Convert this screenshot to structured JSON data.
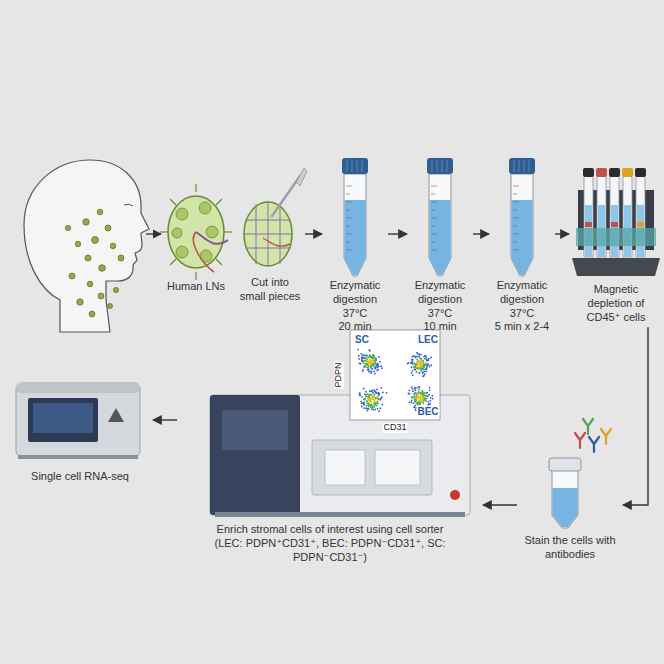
{
  "diagram": {
    "nodes": [
      {
        "text": [
          "Human LNs"
        ]
      },
      {
        "text": [
          "Cut into small pieces"
        ]
      },
      {
        "text": [
          "Enzymatic digestion",
          "37°C",
          "20 min"
        ]
      },
      {
        "text": [
          "Enzymatic digestion",
          "37°C",
          "10 min"
        ]
      },
      {
        "text": [
          "Enzymatic digestion",
          "37°C",
          "5 min x 2-4"
        ]
      },
      {
        "text": [
          "Magnetic depletion of CD45⁺ cells"
        ]
      },
      {
        "text": [
          "Stain the cells with antibodies"
        ]
      },
      {
        "text": [
          "Enrich stromal cells of interest using cell sorter",
          "(LEC: PDPN⁺CD31⁺, BEC: PDPN⁻CD31⁺, SC: PDPN⁻CD31⁻)"
        ]
      },
      {
        "text": [
          "Single cell RNA-seq"
        ]
      }
    ],
    "edges": [
      {
        "from": 1,
        "to": 2,
        "arrow": "to"
      },
      {
        "from": 2,
        "to": 3,
        "arrow": "to"
      },
      {
        "from": 3,
        "to": 4,
        "arrow": "to"
      },
      {
        "from": 4,
        "to": 5,
        "arrow": "to"
      },
      {
        "from": 5,
        "to": 6,
        "arrow": "to"
      },
      {
        "from": 6,
        "to": 7,
        "arrow": "to"
      },
      {
        "from": 7,
        "to": 8,
        "arrow": "to"
      }
    ],
    "labels": [
      "PDPN",
      "CD31",
      "SC",
      "LEC",
      "BEC"
    ]
  }
}
